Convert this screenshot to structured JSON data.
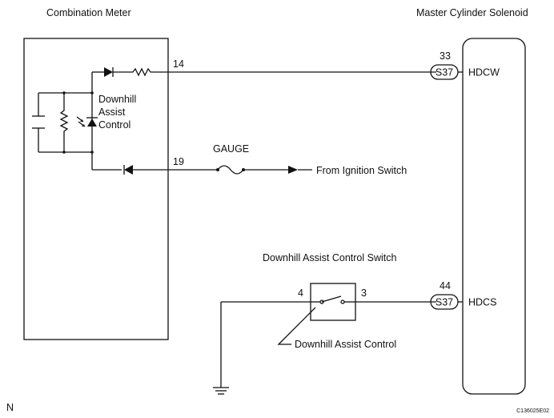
{
  "labels": {
    "combination_meter": "Combination Meter",
    "master_cylinder_solenoid": "Master Cylinder Solenoid",
    "downhill_assist_control_line1": "Downhill",
    "downhill_assist_control_line2": "Assist",
    "downhill_assist_control_line3": "Control",
    "gauge": "GAUGE",
    "from_ignition_switch": "From Ignition Switch",
    "downhill_assist_control_switch": "Downhill Assist Control Switch",
    "downhill_assist_control": "Downhill Assist Control",
    "figure_id": "C136025E02",
    "corner_mark": "N"
  },
  "pins": {
    "meter_top": "14",
    "meter_gauge": "19",
    "solenoid_top": "33",
    "solenoid_bottom": "44",
    "switch_left": "4",
    "switch_right": "3"
  },
  "connectors": {
    "top": "S37",
    "bottom": "S37"
  },
  "terminals": {
    "hdcw": "HDCW",
    "hdcs": "HDCS"
  }
}
